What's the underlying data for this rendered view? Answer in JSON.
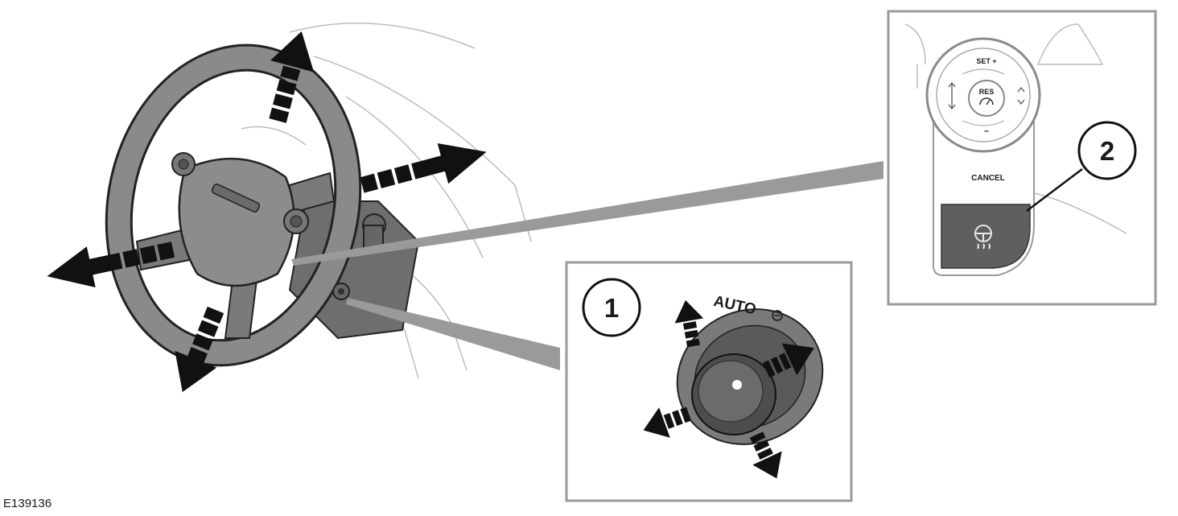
{
  "figure_id": "E139136",
  "callouts": {
    "one": "1",
    "two": "2"
  },
  "switch_pack": {
    "set_plus": "SET +",
    "res": "RES",
    "minus": "–",
    "cancel": "CANCEL",
    "heated_wheel_icon": "heated-steering-wheel-icon"
  },
  "adjuster": {
    "auto": "AUTO"
  }
}
